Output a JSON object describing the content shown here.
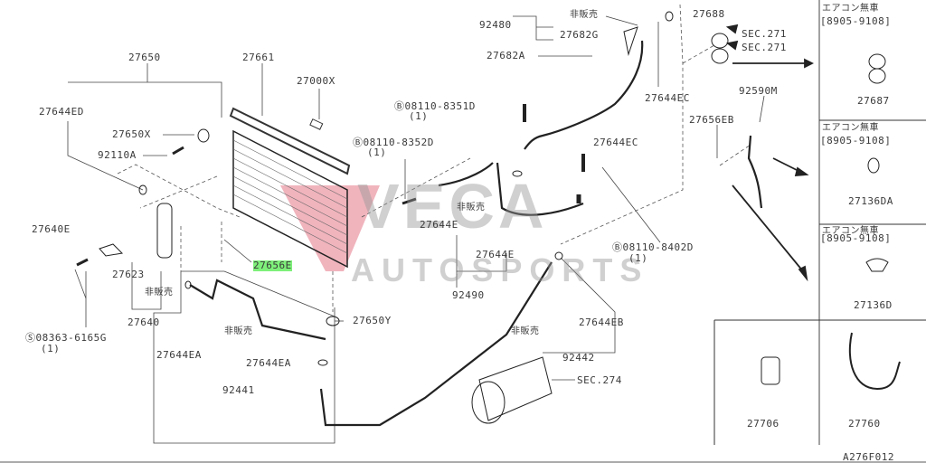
{
  "diagram": {
    "code": "A276F012",
    "watermark": {
      "line1": "VECA",
      "line2": "AUTOSPORTS",
      "accent": "#d9435a"
    },
    "highlight_color": "#7ef07a",
    "labels": {
      "l27650": "27650",
      "l27661": "27661",
      "l27000x": "27000X",
      "l27644ed": "27644ED",
      "l27650x": "27650X",
      "l92110a": "92110A",
      "b8351": "Ⓑ08110-8351D",
      "b8351q": "(1)",
      "b8352": "Ⓑ08110-8352D",
      "b8352q": "(1)",
      "l92480": "92480",
      "nh1": "非販売",
      "l27682g": "27682G",
      "l27682a": "27682A",
      "l27688": "27688",
      "sec271a": "SEC.271",
      "sec271b": "SEC.271",
      "l27644ec1": "27644EC",
      "l92590m": "92590M",
      "l27656eb": "27656EB",
      "l27644ec2": "27644EC",
      "nh2": "非販売",
      "l27644e1": "27644E",
      "l27644e2": "27644E",
      "l92490": "92490",
      "b8402": "Ⓑ08110-8402D",
      "b8402q": "(1)",
      "l27640e": "27640E",
      "l27656e": "27656E",
      "l27623": "27623",
      "nh3": "非販売",
      "l27640": "27640",
      "s6165": "Ⓢ08363-6165G",
      "s6165q": "(1)",
      "l27650y": "27650Y",
      "l27644ea1": "27644EA",
      "l27644ea2": "27644EA",
      "l92441": "92441",
      "nh4": "非販売",
      "nh5": "非販売",
      "l27644eb": "27644EB",
      "l92442": "92442",
      "sec274": "SEC.274",
      "l27706": "27706",
      "l27760": "27760"
    },
    "side_panels": [
      {
        "title": "エアコン無車",
        "range": "[8905-9108]",
        "part": "27687"
      },
      {
        "title": "エアコン無車",
        "range": "[8905-9108]",
        "part": "27136DA"
      },
      {
        "title": "エアコン無車",
        "range": "[8905-9108]",
        "part": "27136D"
      }
    ]
  }
}
